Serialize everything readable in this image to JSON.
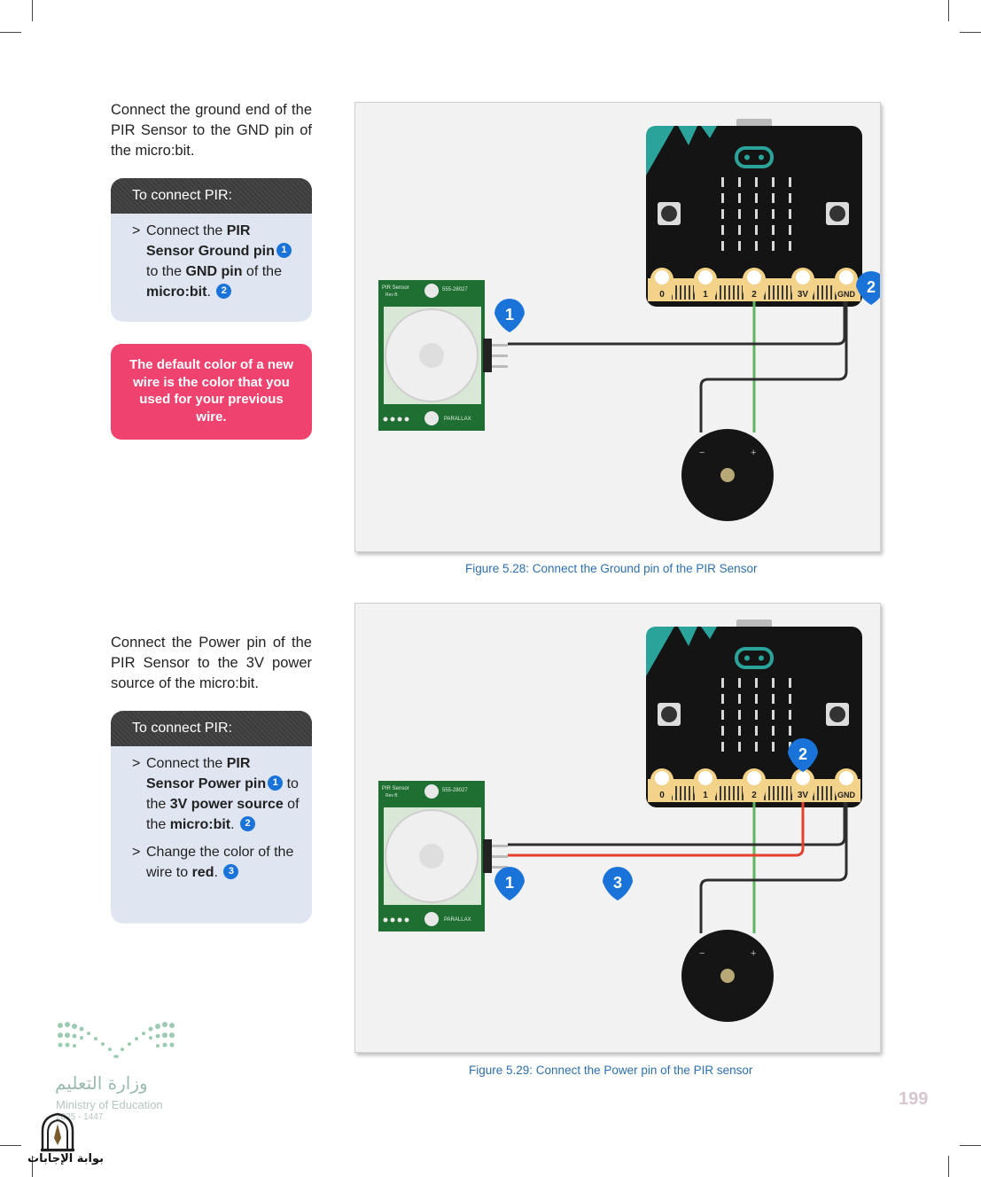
{
  "sections": [
    {
      "intro": "Connect the ground end of the PIR Sensor to the GND pin of the micro:bit.",
      "panel_title": "To connect PIR:",
      "steps": [
        {
          "parts": [
            {
              "text": "Connect the ",
              "bold": false
            },
            {
              "text": "PIR Sensor Ground pin",
              "bold": true
            },
            {
              "badge": "1"
            },
            {
              "text": " to the ",
              "bold": false
            },
            {
              "text": "GND pin",
              "bold": true
            },
            {
              "text": " of the ",
              "bold": false
            },
            {
              "text": "micro:bit",
              "bold": true
            },
            {
              "text": ". ",
              "bold": false
            },
            {
              "badge": "2"
            }
          ]
        }
      ],
      "figure_caption": "Figure 5.28: Connect the Ground pin of the PIR Sensor"
    },
    {
      "intro": "Connect the Power pin of the PIR Sensor to the 3V power source of the micro:bit.",
      "panel_title": "To connect PIR:",
      "steps": [
        {
          "parts": [
            {
              "text": "Connect the ",
              "bold": false
            },
            {
              "text": "PIR Sensor Power pin",
              "bold": true
            },
            {
              "badge": "1"
            },
            {
              "text": " to the ",
              "bold": false
            },
            {
              "text": "3V power source",
              "bold": true
            },
            {
              "text": " of the ",
              "bold": false
            },
            {
              "text": "micro:bit",
              "bold": true
            },
            {
              "text": ". ",
              "bold": false
            },
            {
              "badge": "2"
            }
          ]
        },
        {
          "parts": [
            {
              "text": "Change the color of the wire to ",
              "bold": false
            },
            {
              "text": "red",
              "bold": true
            },
            {
              "text": ". ",
              "bold": false
            },
            {
              "badge": "3"
            }
          ]
        }
      ],
      "figure_caption": "Figure 5.29: Connect the Power pin of the PIR sensor"
    }
  ],
  "note": "The default color of a new wire is the color that you used for your previous wire.",
  "diagram": {
    "pin_labels": [
      "0",
      "1",
      "2",
      "3V",
      "GND"
    ],
    "pir_label_top_left": "PIR Sensor",
    "pir_label_rev": "Rev B",
    "pir_label_part": "555-28027",
    "pir_label_brand": "PARALLAX",
    "buzzer_minus": "−",
    "buzzer_plus": "+",
    "colors": {
      "ground_wire": "#2e2e2e",
      "signal_wire": "#5fb85f",
      "power_wire": "#e5412f",
      "badge": "#1a73d8",
      "board": "#141414",
      "board_accent": "#2aa39a",
      "pin_gold": "#f3d28a",
      "pir_board": "#1f6f33"
    }
  },
  "page_number": "199",
  "footer": {
    "ministry_ar": "وزارة التعليم",
    "ministry_en": "Ministry of Education",
    "year": "2025 - 1447",
    "portal": "بوابة الإجابات"
  }
}
